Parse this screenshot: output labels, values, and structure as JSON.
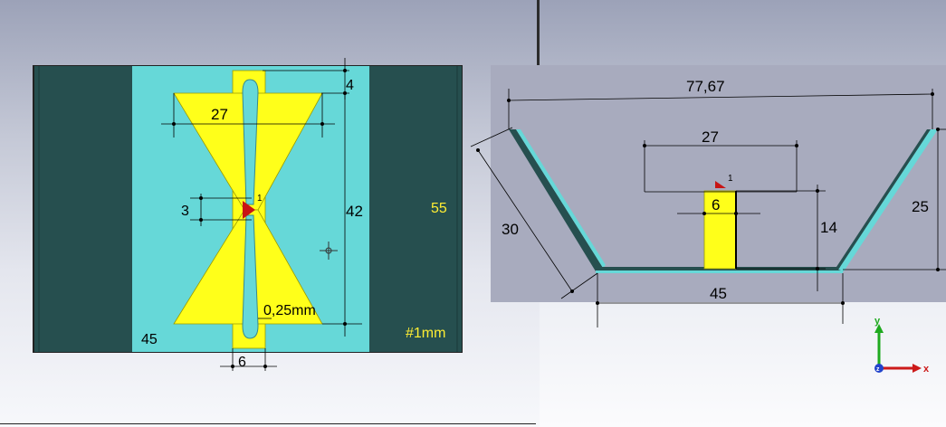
{
  "front_view": {
    "dimensions": {
      "top_gap": "4",
      "bowtie_width": "27",
      "port_gap": "3",
      "bowtie_height": "42",
      "feed_gap": "0,25mm",
      "feed_width": "6"
    },
    "labels": {
      "substrate_width": "45",
      "substrate_height": "55",
      "thickness": "#1mm",
      "port_number": "1"
    }
  },
  "side_view": {
    "dimensions": {
      "top_span": "77,67",
      "bowtie_width": "27",
      "feed_width": "6",
      "feed_height": "14",
      "wing_length": "30",
      "wing_height": "25",
      "base_width": "45"
    },
    "labels": {
      "port_number": "1"
    }
  },
  "axes": {
    "x_label": "x",
    "y_label": "y",
    "z_label": "z"
  },
  "colors": {
    "substrate": "#66d8d8",
    "dark_panel": "#264f4f",
    "copper": "#ffff1a",
    "port": "#c81414",
    "dim_text_yellow": "#ffee33"
  }
}
